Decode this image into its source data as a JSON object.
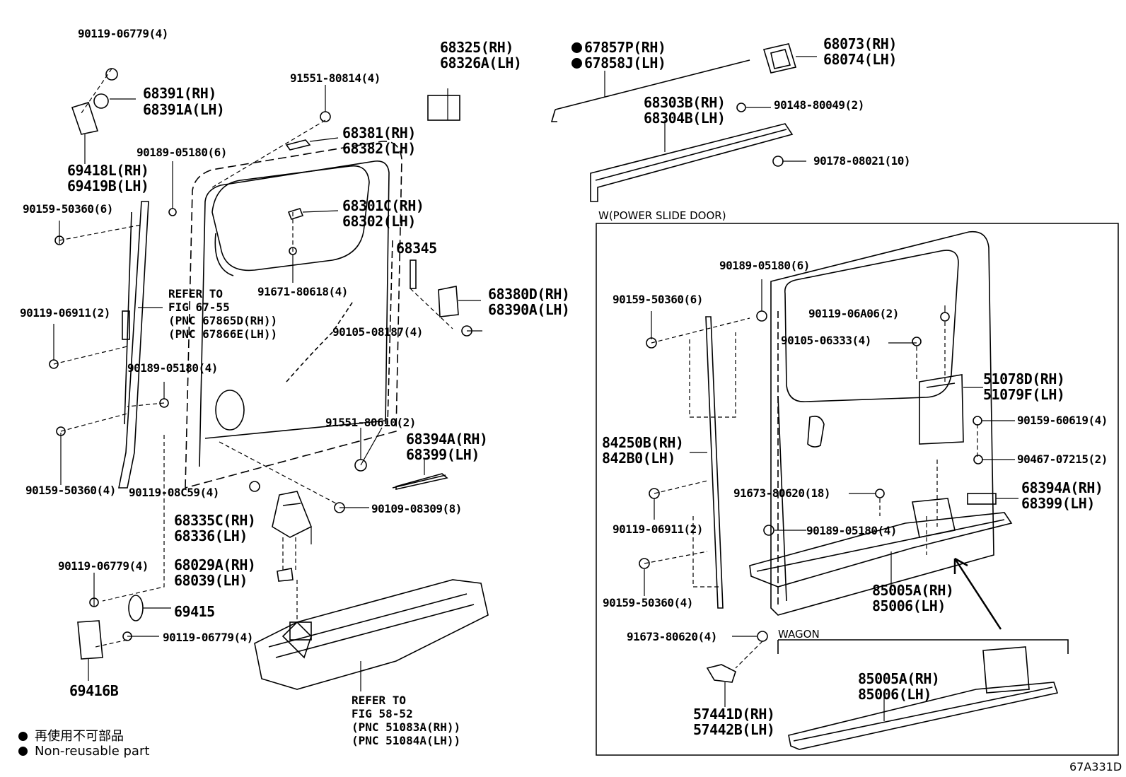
{
  "figure_code": "67A331D",
  "legend": {
    "jp": "再使用不可部品",
    "en": "Non-reusable part"
  },
  "sections": {
    "power_slide_door": "W(POWER SLIDE DOOR)",
    "wagon": "WAGON"
  },
  "callouts_left": {
    "p90119_06779_top": "90119-06779(4)",
    "p68391": [
      "68391(RH)",
      "68391A(LH)"
    ],
    "p69418": [
      "69418L(RH)",
      "69419B(LH)"
    ],
    "p90189_05180_6": "90189-05180(6)",
    "p90159_50360_6": "90159-50360(6)",
    "p91551_80814": "91551-80814(4)",
    "p68381": [
      "68381(RH)",
      "68382(LH)"
    ],
    "p68301": [
      "68301C(RH)",
      "68302(LH)"
    ],
    "p91671_80618": "91671-80618(4)",
    "p68325": [
      "68325(RH)",
      "68326A(LH)"
    ],
    "p68345": "68345",
    "p68380": [
      "68380D(RH)",
      "68390A(LH)"
    ],
    "p90105_08187": "90105-08187(4)",
    "p90119_06911": "90119-06911(2)",
    "refer_67_55": [
      "REFER TO",
      "FIG 67-55",
      "(PNC 67865D(RH))",
      "(PNC 67866E(LH))"
    ],
    "p90189_05180_4": "90189-05180(4)",
    "p91551_80610": "91551-80610(2)",
    "p68394": [
      "68394A(RH)",
      "68399(LH)"
    ],
    "p90159_50360_4": "90159-50360(4)",
    "p90119_08c59": "90119-08C59(4)",
    "p90109_08309": "90109-08309(8)",
    "p68335": [
      "68335C(RH)",
      "68336(LH)"
    ],
    "p90119_06779_mid": "90119-06779(4)",
    "p68029": [
      "68029A(RH)",
      "68039(LH)"
    ],
    "p69415": "69415",
    "p90119_06779_low": "90119-06779(4)",
    "p69416": "69416B",
    "refer_58_52": [
      "REFER TO",
      "FIG 58-52",
      "(PNC 51083A(RH))",
      "(PNC 51084A(LH))"
    ]
  },
  "callouts_top_right": {
    "p67857": [
      "67857P(RH)",
      "67858J(LH)"
    ],
    "p68073": [
      "68073(RH)",
      "68074(LH)"
    ],
    "p68303": [
      "68303B(RH)",
      "68304B(LH)"
    ],
    "p90148_80049": "90148-80049(2)",
    "p90178_08021": "90178-08021(10)"
  },
  "callouts_box": {
    "p90189_05180_6": "90189-05180(6)",
    "p90159_50360_6": "90159-50360(6)",
    "p90119_06a06": "90119-06A06(2)",
    "p90105_06333": "90105-06333(4)",
    "p51078": [
      "51078D(RH)",
      "51079F(LH)"
    ],
    "p90159_60619": "90159-60619(4)",
    "p84250": [
      "84250B(RH)",
      "842B0(LH)"
    ],
    "p90467_07215": "90467-07215(2)",
    "p91673_80620_18": "91673-80620(18)",
    "p68394": [
      "68394A(RH)",
      "68399(LH)"
    ],
    "p90119_06911": "90119-06911(2)",
    "p90189_05180_4": "90189-05180(4)",
    "p90159_50360_4": "90159-50360(4)",
    "p85005": [
      "85005A(RH)",
      "85006(LH)"
    ],
    "p91673_80620_4": "91673-80620(4)",
    "p57441": [
      "57441D(RH)",
      "57442B(LH)"
    ],
    "p85005_wagon": [
      "85005A(RH)",
      "85006(LH)"
    ]
  }
}
